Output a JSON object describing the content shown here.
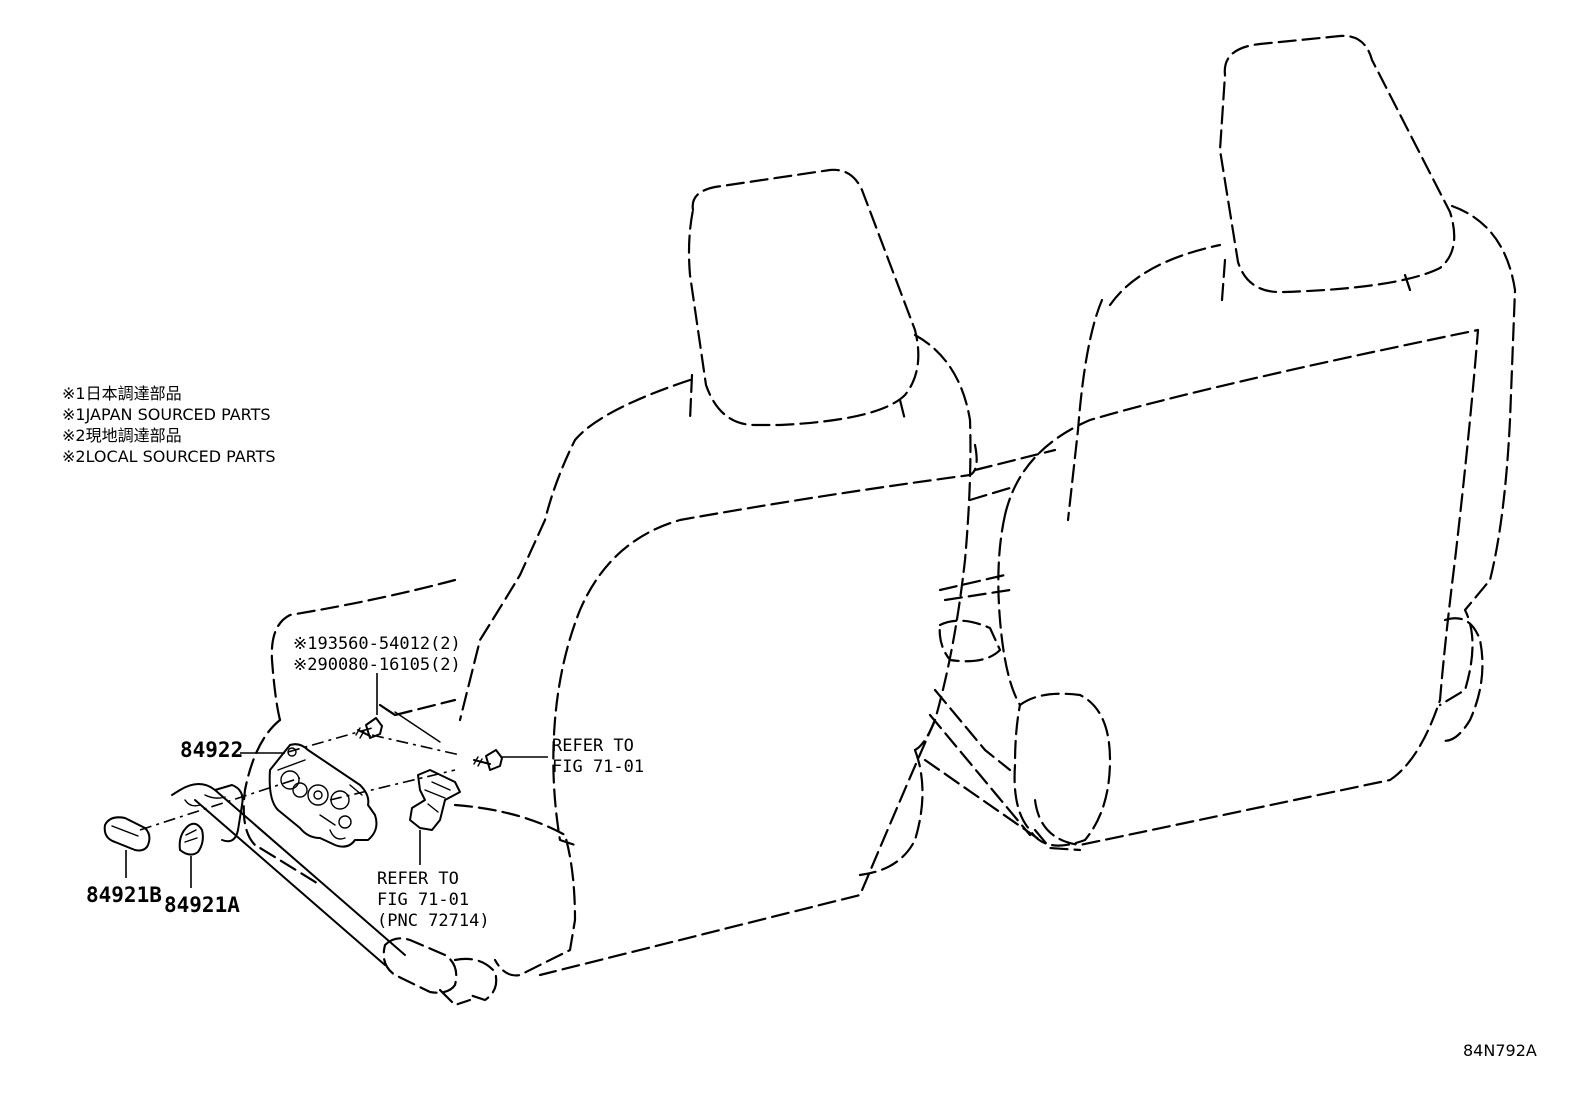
{
  "legend": {
    "line1": "※1日本調達部品",
    "line2": "※1JAPAN SOURCED PARTS",
    "line3": "※2現地調達部品",
    "line4": "※2LOCAL SOURCED PARTS"
  },
  "bolt_callout": {
    "line1": "※193560-54012(2)",
    "line2": "※290080-16105(2)"
  },
  "refer_right": {
    "line1": "REFER TO",
    "line2": "FIG 71-01"
  },
  "refer_bottom": {
    "line1": "REFER TO",
    "line2": "FIG 71-01",
    "line3": "(PNC 72714)"
  },
  "parts": {
    "switch_assy": "84922",
    "knob_b": "84921B",
    "knob_a": "84921A"
  },
  "illustration_code": "84N792A"
}
